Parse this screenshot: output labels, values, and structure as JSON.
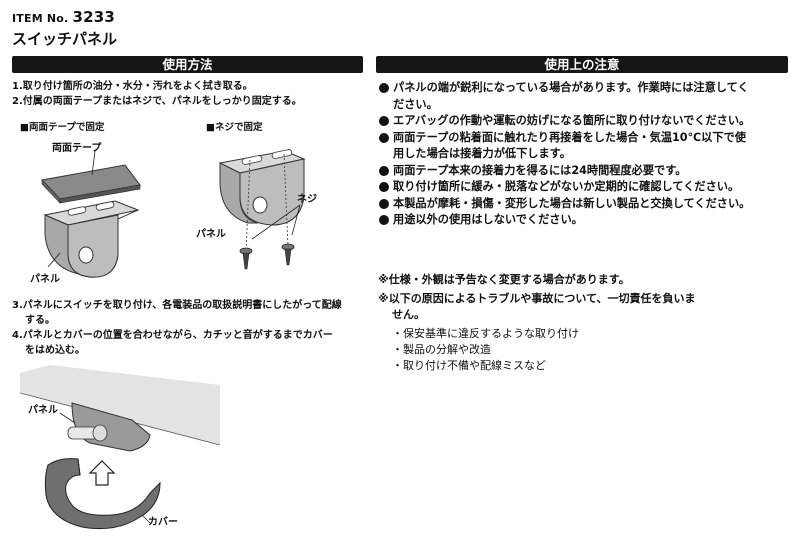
{
  "header": {
    "item_label": "ITEM No.",
    "item_number": "3233",
    "product_name": "スイッチパネル"
  },
  "usage": {
    "title": "使用方法",
    "steps": [
      "1.取り付け箇所の油分・水分・汚れをよく拭き取る。",
      "2.付属の両面テープまたはネジで、パネルをしっかり固定する。"
    ],
    "method_tape_label": "■両面テープで固定",
    "method_screw_label": "■ネジで固定",
    "tape_label": "両面テープ",
    "panel_label": "パネル",
    "screw_label": "ネジ",
    "cover_label": "カバー",
    "steps_after": [
      "3.パネルにスイッチを取り付け、各電装品の取扱説明書にしたがって配線",
      "する。",
      "4.パネルとカバーの位置を合わせながら、カチッと音がするまでカバー",
      "をはめ込む。"
    ]
  },
  "cautions": {
    "title": "使用上の注意",
    "items": [
      [
        "パネルの端が鋭利になっている場合があります。作業時には注意してく",
        "ださい。"
      ],
      [
        "エアバッグの作動や運転の妨げになる箇所に取り付けないでください。"
      ],
      [
        "両面テープの粘着面に触れたり再接着をした場合・気温10℃以下で使",
        "用した場合は接着力が低下します。"
      ],
      [
        "両面テープ本来の接着力を得るには24時間程度必要です。"
      ],
      [
        "取り付け箇所に緩み・脱落などがないか定期的に確認してください。"
      ],
      [
        "本製品が摩耗・損傷・変形した場合は新しい製品と交換してください。"
      ],
      [
        "用途以外の使用はしないでください。"
      ]
    ],
    "footnote_spec": "※仕様・外観は予告なく変更する場合があります。",
    "footnote_liability_1": "※以下の原因によるトラブルや事故について、一切責任を負いま",
    "footnote_liability_2": "せん。",
    "causes": [
      "・保安基準に違反するような取り付け",
      "・製品の分解や改造",
      "・取り付け不備や配線ミスなど"
    ]
  }
}
